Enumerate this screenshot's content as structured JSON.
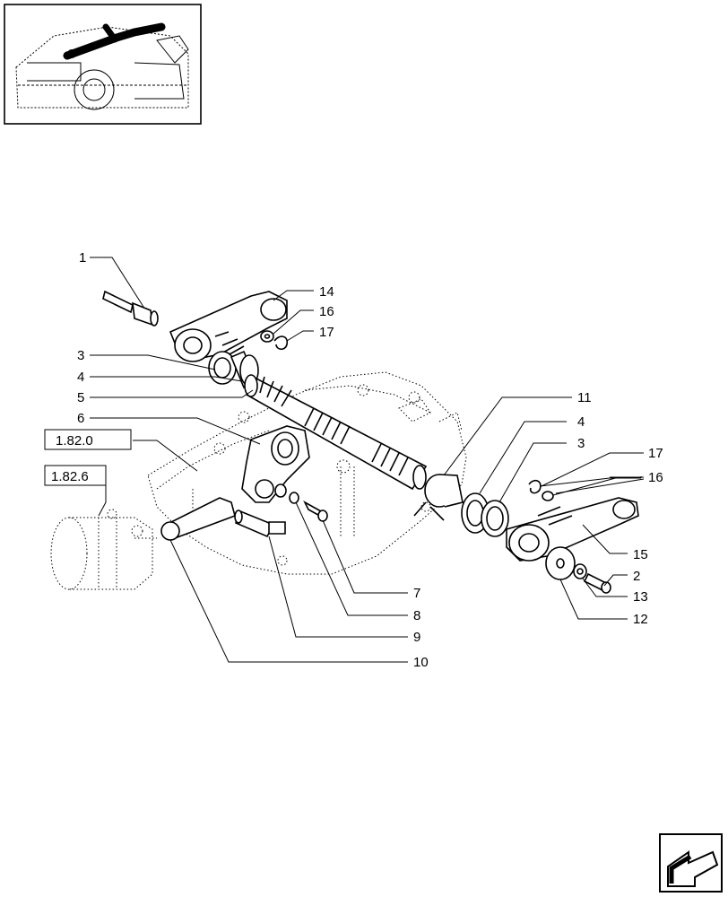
{
  "callouts": {
    "c1": "1",
    "c14": "14",
    "c16a": "16",
    "c17a": "17",
    "c3a": "3",
    "c4a": "4",
    "c5": "5",
    "c6": "6",
    "c11": "11",
    "c4b": "4",
    "c3b": "3",
    "c17b": "17",
    "c16b": "16",
    "c15": "15",
    "c2": "2",
    "c13": "13",
    "c12": "12",
    "c7": "7",
    "c8": "8",
    "c9": "9",
    "c10": "10"
  },
  "references": {
    "ref1": "1.82.0",
    "ref2": "1.82.6"
  },
  "icons": {
    "thumbnail": "tractor-location-thumbnail",
    "nav": "next-page-arrow-icon"
  }
}
